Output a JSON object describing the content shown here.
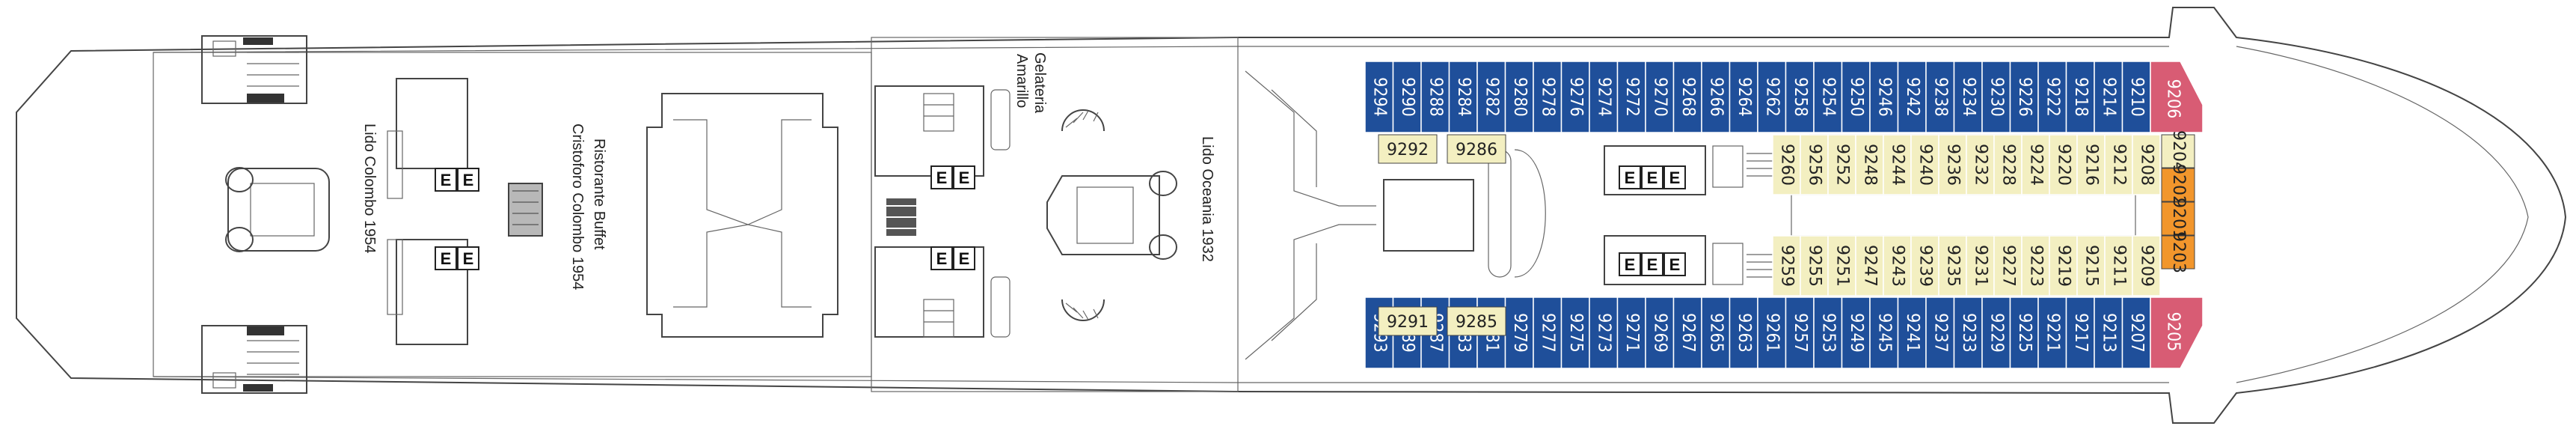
{
  "colors": {
    "outside_cabin": "#1f4f9a",
    "inside_cabin": "#f3efc1",
    "suite_orange": "#f2962c",
    "suite_pink": "#d85c74",
    "hull_line": "#444444"
  },
  "venues": {
    "lido_colombo": "Lido Colombo 1954",
    "ristorante_1": "Ristorante Buffet",
    "ristorante_2": "Cristoforo Colombo 1954",
    "gelateria_1": "Gelateria",
    "gelateria_2": "Amarillo",
    "lido_oceania": "Lido Oceania 1932"
  },
  "elevator_label": "E",
  "cabins": {
    "outer_top": [
      "9294",
      "9290",
      "9288",
      "9284",
      "9282",
      "9280",
      "9278",
      "9276",
      "9274",
      "9272",
      "9270",
      "9268",
      "9266",
      "9264",
      "9262",
      "9258",
      "9254",
      "9250",
      "9246",
      "9242",
      "9238",
      "9234",
      "9230",
      "9226",
      "9222",
      "9218",
      "9214",
      "9210"
    ],
    "outer_top_suite": "9206",
    "outer_bottom": [
      "9293",
      "9289",
      "9287",
      "9283",
      "9281",
      "9279",
      "9277",
      "9275",
      "9273",
      "9271",
      "9269",
      "9267",
      "9265",
      "9263",
      "9261",
      "9257",
      "9253",
      "9249",
      "9245",
      "9241",
      "9237",
      "9233",
      "9229",
      "9225",
      "9221",
      "9217",
      "9213",
      "9207"
    ],
    "outer_bottom_suite": "9205",
    "inner_top": [
      "9260",
      "9256",
      "9252",
      "9248",
      "9244",
      "9240",
      "9236",
      "9232",
      "9228",
      "9224",
      "9220",
      "9216",
      "9212",
      "9208"
    ],
    "inner_bottom": [
      "9259",
      "9255",
      "9251",
      "9247",
      "9243",
      "9239",
      "9235",
      "9231",
      "9227",
      "9223",
      "9219",
      "9215",
      "9211",
      "9209"
    ],
    "inner_top_mid": [
      "9292",
      "9286"
    ],
    "inner_bottom_mid": [
      "9291",
      "9285"
    ],
    "bow_suites": [
      "9204",
      "9202",
      "9201",
      "9203"
    ]
  }
}
